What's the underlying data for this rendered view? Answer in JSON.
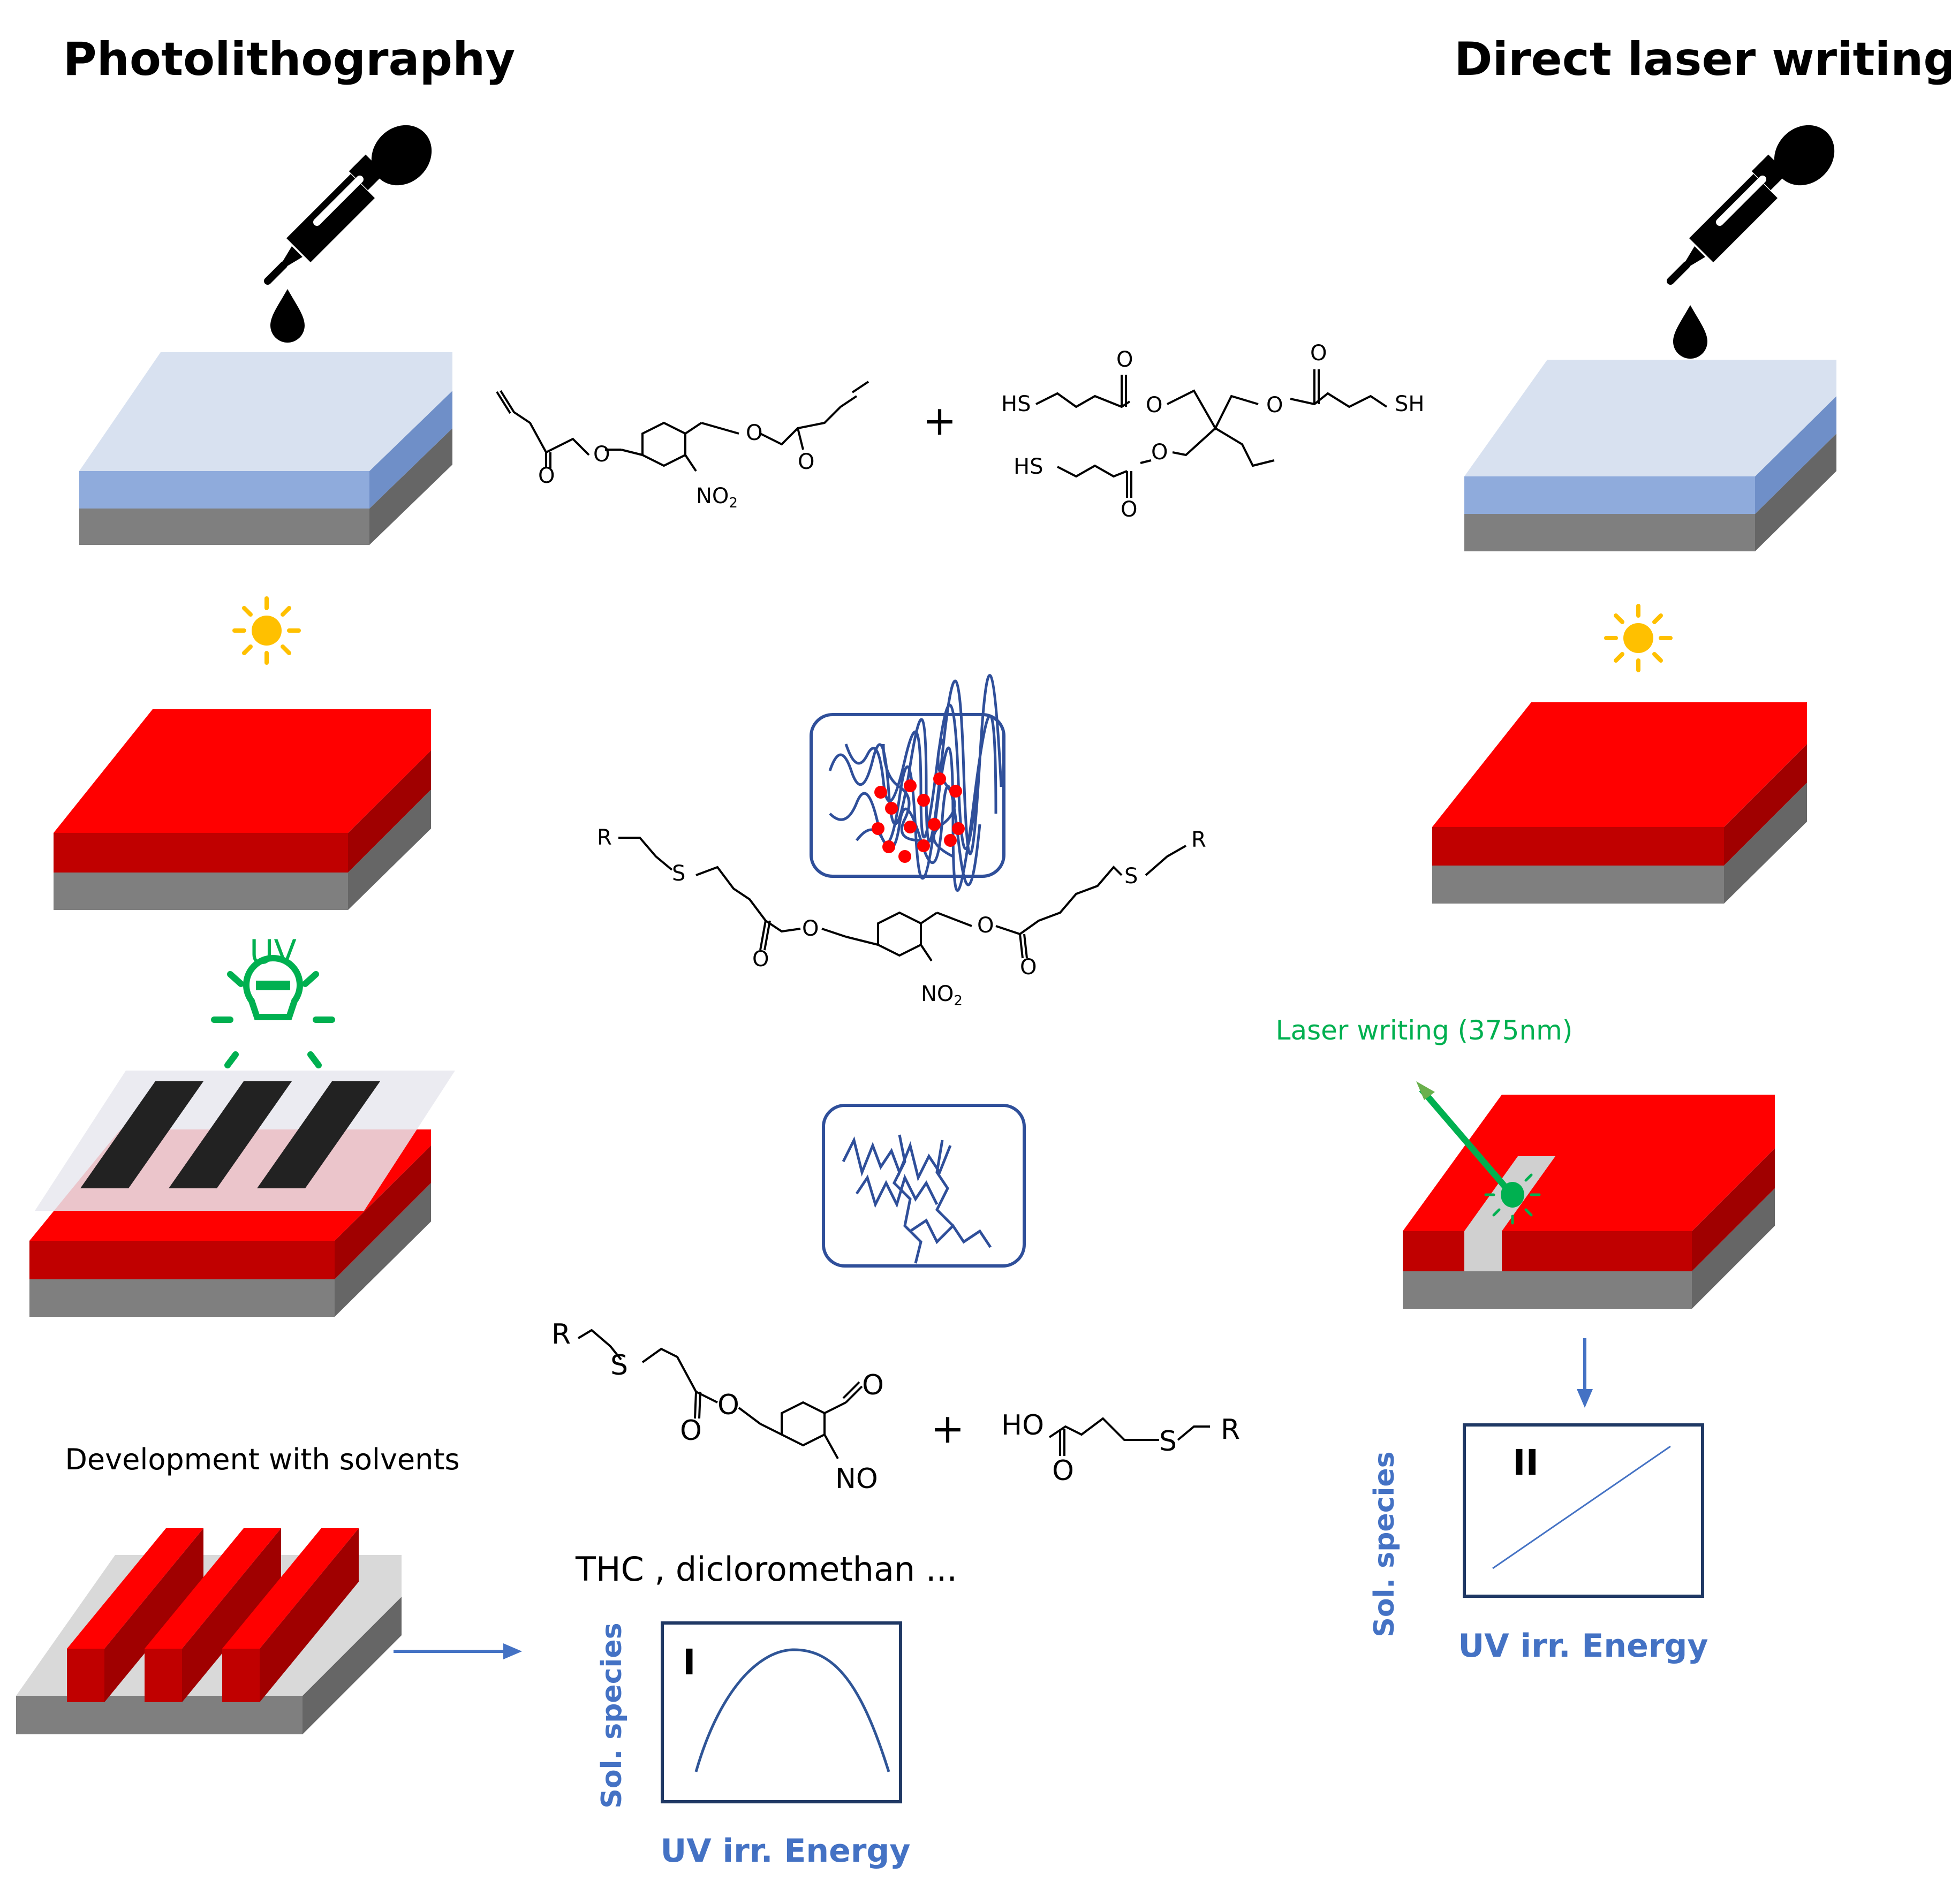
{
  "titles": {
    "left": "Photolithography",
    "right": "Direct laser writing"
  },
  "labels": {
    "uv": "UV",
    "laser": "Laser writing (375nm)",
    "development": "Development with solvents",
    "solvents": "THC , dicloromethan ...",
    "plus": "+"
  },
  "chem": {
    "hs": "HS",
    "sh": "SH",
    "o": "O",
    "no2": "NO",
    "no2_sub": "2",
    "no": "NO",
    "r": "R",
    "s": "S",
    "ho": "HO"
  },
  "plot_I": {
    "roman": "I",
    "xlabel": "UV irr. Energy",
    "ylabel": "Sol. species"
  },
  "plot_II": {
    "roman": "II",
    "xlabel": "UV irr. Energy",
    "ylabel": "Sol. species"
  },
  "colors": {
    "resist_light": "#d8e1f0",
    "resist_side": "#8fabdc",
    "substrate": "#7f7f7f",
    "film": "#ff0000",
    "film_dark": "#c00000",
    "uv_green": "#00b050",
    "plot_blue": "#4472c4",
    "polymer_blue": "#2f4f9a",
    "sun": "#ffc000"
  }
}
